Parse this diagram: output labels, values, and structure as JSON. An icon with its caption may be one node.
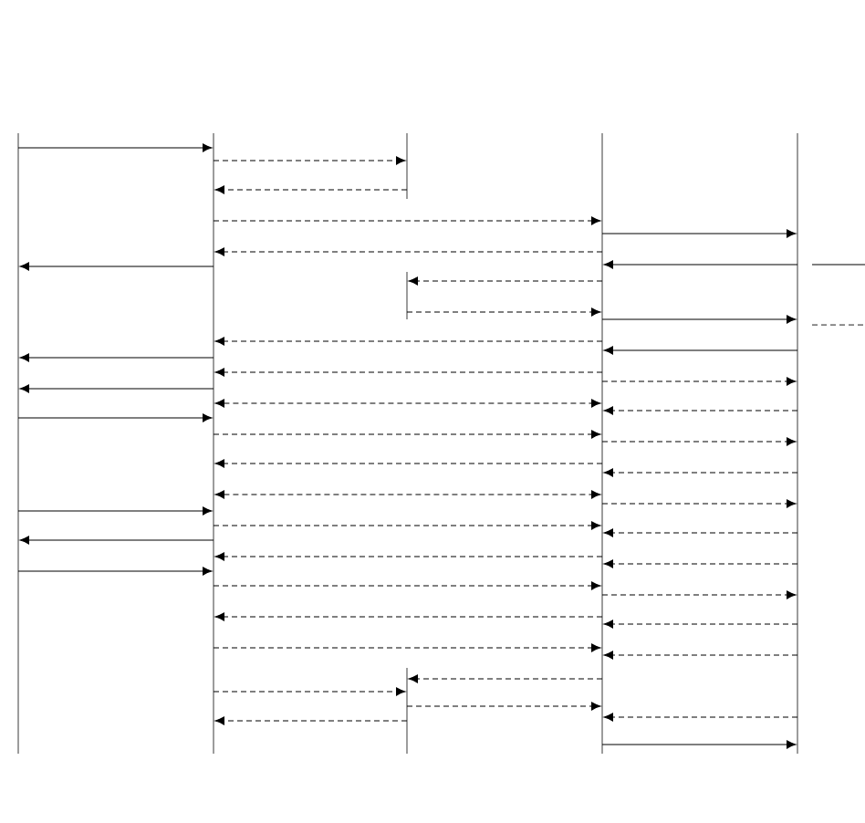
{
  "diagram": {
    "nodes": [
      {
        "text": [],
        "shape": "line"
      },
      {
        "text": [],
        "shape": "line"
      },
      {
        "text": [],
        "shape": "line"
      },
      {
        "text": [],
        "shape": "line"
      },
      {
        "text": [],
        "shape": "line"
      },
      {
        "text": [],
        "shape": "line"
      },
      {
        "text": [],
        "shape": "line"
      }
    ],
    "edges": [
      {
        "from": 0,
        "to": 1,
        "arrow": "to"
      },
      {
        "from": 1,
        "to": 2,
        "arrow": "to",
        "style": "dashed"
      },
      {
        "from": 2,
        "to": 1,
        "arrow": "to",
        "style": "dashed"
      },
      {
        "from": 1,
        "to": 5,
        "arrow": "to",
        "style": "dashed"
      },
      {
        "from": 5,
        "to": 6,
        "arrow": "to"
      },
      {
        "from": 5,
        "to": 1,
        "arrow": "to",
        "style": "dashed"
      },
      {
        "from": 6,
        "to": 5,
        "arrow": "to"
      },
      {
        "from": 6,
        "to": null,
        "arrow": "none"
      },
      {
        "from": 1,
        "to": 0,
        "arrow": "to"
      },
      {
        "from": 5,
        "to": 3,
        "arrow": "to",
        "style": "dashed"
      },
      {
        "from": 3,
        "to": 5,
        "arrow": "to",
        "style": "dashed"
      },
      {
        "from": 5,
        "to": 6,
        "arrow": "to"
      },
      {
        "from": 6,
        "to": null,
        "arrow": "none",
        "style": "dashed"
      },
      {
        "from": 5,
        "to": 1,
        "arrow": "to",
        "style": "dashed"
      },
      {
        "from": 6,
        "to": 5,
        "arrow": "to"
      },
      {
        "from": 1,
        "to": 0,
        "arrow": "to"
      },
      {
        "from": 5,
        "to": 1,
        "arrow": "to",
        "style": "dashed"
      },
      {
        "from": 5,
        "to": 6,
        "arrow": "to",
        "style": "dashed"
      },
      {
        "from": 1,
        "to": 0,
        "arrow": "to"
      },
      {
        "from": 1,
        "to": 5,
        "arrow": "both",
        "style": "dashed"
      },
      {
        "from": 6,
        "to": 5,
        "arrow": "to",
        "style": "dashed"
      },
      {
        "from": 0,
        "to": 1,
        "arrow": "to"
      },
      {
        "from": 1,
        "to": 5,
        "arrow": "to",
        "style": "dashed"
      },
      {
        "from": 5,
        "to": 6,
        "arrow": "to",
        "style": "dashed"
      },
      {
        "from": 5,
        "to": 1,
        "arrow": "to",
        "style": "dashed"
      },
      {
        "from": 6,
        "to": 5,
        "arrow": "to",
        "style": "dashed"
      },
      {
        "from": 1,
        "to": 5,
        "arrow": "both",
        "style": "dashed"
      },
      {
        "from": 5,
        "to": 6,
        "arrow": "to",
        "style": "dashed"
      },
      {
        "from": 0,
        "to": 1,
        "arrow": "to"
      },
      {
        "from": 1,
        "to": 5,
        "arrow": "to",
        "style": "dashed"
      },
      {
        "from": 6,
        "to": 5,
        "arrow": "to",
        "style": "dashed"
      },
      {
        "from": 1,
        "to": 0,
        "arrow": "to"
      },
      {
        "from": 5,
        "to": 1,
        "arrow": "to",
        "style": "dashed"
      },
      {
        "from": 6,
        "to": 5,
        "arrow": "to",
        "style": "dashed"
      },
      {
        "from": 0,
        "to": 1,
        "arrow": "to"
      },
      {
        "from": 1,
        "to": 5,
        "arrow": "to",
        "style": "dashed"
      },
      {
        "from": 5,
        "to": 6,
        "arrow": "to",
        "style": "dashed"
      },
      {
        "from": 5,
        "to": 1,
        "arrow": "to",
        "style": "dashed"
      },
      {
        "from": 6,
        "to": 5,
        "arrow": "to",
        "style": "dashed"
      },
      {
        "from": 1,
        "to": 5,
        "arrow": "to",
        "style": "dashed"
      },
      {
        "from": 6,
        "to": 5,
        "arrow": "to",
        "style": "dashed"
      },
      {
        "from": 5,
        "to": 4,
        "arrow": "to",
        "style": "dashed"
      },
      {
        "from": 1,
        "to": 4,
        "arrow": "to",
        "style": "dashed"
      },
      {
        "from": 4,
        "to": 5,
        "arrow": "to",
        "style": "dashed"
      },
      {
        "from": 6,
        "to": 5,
        "arrow": "to",
        "style": "dashed"
      },
      {
        "from": 4,
        "to": 1,
        "arrow": "to",
        "style": "dashed"
      },
      {
        "from": 5,
        "to": 6,
        "arrow": "to"
      }
    ]
  }
}
